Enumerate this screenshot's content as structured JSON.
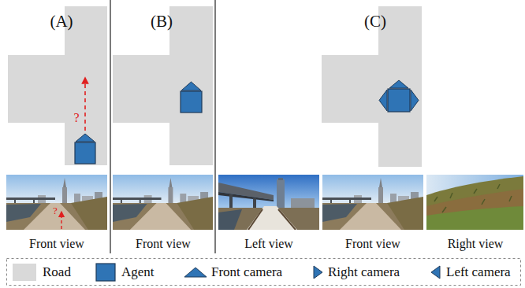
{
  "diagram": {
    "labels": [
      "(A)",
      "(B)",
      "(C)",
      "?",
      "?",
      "Front view",
      "Front view",
      "Left view",
      "Front view",
      "Right view"
    ],
    "legend": [
      {
        "text": "Road",
        "color": "#d9d9d9"
      },
      {
        "text": "Agent"
      },
      {
        "text": "Front camera"
      },
      {
        "text": "Right camera"
      },
      {
        "text": "Left camera"
      }
    ]
  }
}
